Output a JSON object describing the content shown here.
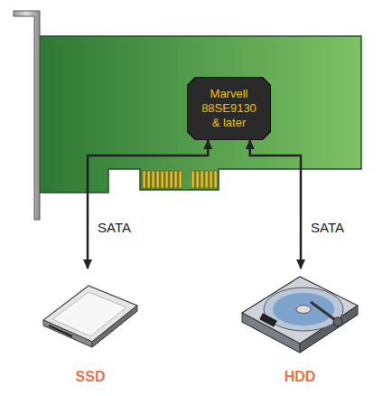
{
  "diagram": {
    "nodes": [
      {
        "text": [
          "Marvell 88SE9130 & later"
        ]
      },
      {
        "text": [
          "SSD"
        ]
      },
      {
        "text": [
          "HDD"
        ]
      }
    ],
    "edges": [
      {
        "from": 0,
        "to": 1,
        "arrow": "both",
        "label": "SATA"
      },
      {
        "from": 0,
        "to": 2,
        "arrow": "both",
        "label": "SATA"
      }
    ]
  }
}
